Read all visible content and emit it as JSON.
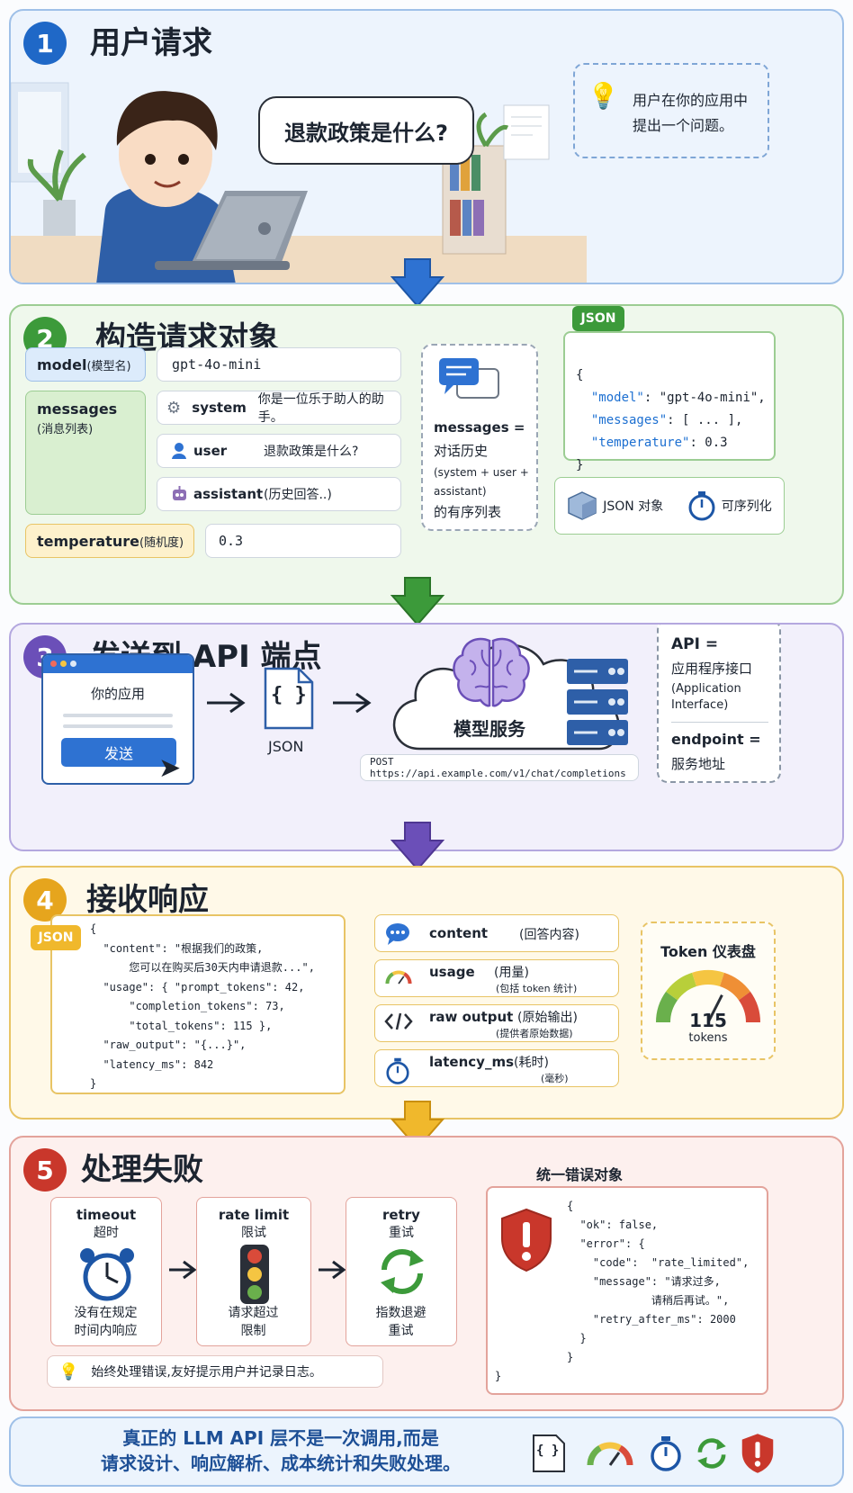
{
  "s1": {
    "num": "1",
    "title": "用户请求",
    "speech": "退款政策是什么?",
    "tip": [
      "用户在你的应用中",
      "提出一个问题。"
    ]
  },
  "s2": {
    "num": "2",
    "title": "构造请求对象",
    "model_label": "model",
    "model_sub": "(模型名)",
    "model_value": "gpt-4o-mini",
    "messages_label": "messages",
    "messages_sub": "(消息列表)",
    "messages": [
      {
        "role": "system",
        "content": "你是一位乐于助人的助手。"
      },
      {
        "role": "user",
        "content": "退款政策是什么?"
      },
      {
        "role": "assistant",
        "content": "(历史回答..)"
      }
    ],
    "temperature_label": "temperature",
    "temperature_sub": "(随机度)",
    "temperature_value": "0.3",
    "note": [
      "messages =",
      "对话历史",
      "(system + user +",
      "assistant)",
      "的有序列表"
    ],
    "json_tag": "JSON",
    "json_code": {
      "open": "{",
      "model_key": "\"model\"",
      "model_val": ": \"gpt-4o-mini\",",
      "messages_key": "\"messages\"",
      "messages_val": ": [ ... ],",
      "temperature_key": "\"temperature\"",
      "temperature_val": ": 0.3",
      "close": "}"
    },
    "badges": [
      "JSON 对象",
      "可序列化"
    ]
  },
  "s3": {
    "num": "3",
    "title": "发送到 API 端点",
    "app_label": "你的应用",
    "send_button": "发送",
    "json_label": "JSON",
    "brace": "{ }",
    "service_label": "模型服务",
    "endpoint_url": "POST  https://api.example.com/v1/chat/completions",
    "note": {
      "api_title": "API =",
      "api_desc": "应用程序接口",
      "api_en1": "(Application",
      "api_en2": "Interface)",
      "endpoint_title": "endpoint =",
      "endpoint_desc": "服务地址"
    }
  },
  "s4": {
    "num": "4",
    "title": "接收响应",
    "json_tag": "JSON",
    "code_lines": [
      "{",
      "  \"content\": \"根据我们的政策,",
      "      您可以在购买后30天内申请退款...\",",
      "  \"usage\": { \"prompt_tokens\": 42,",
      "      \"completion_tokens\": 73,",
      "      \"total_tokens\": 115 },",
      "  \"raw_output\": \"{...}\",",
      "  \"latency_ms\": 842",
      "}"
    ],
    "fields": [
      {
        "name": "content",
        "desc": "(回答内容)",
        "sub": ""
      },
      {
        "name": "usage",
        "desc": "(用量)",
        "sub": "(包括 token 统计)"
      },
      {
        "name": "raw output",
        "desc": "(原始输出)",
        "sub": "(提供者原始数据)"
      },
      {
        "name": "latency_ms",
        "desc": "(耗时)",
        "sub": "(毫秒)"
      }
    ],
    "dashboard_title": "Token 仪表盘",
    "dashboard_value": "115",
    "dashboard_unit": "tokens",
    "gauge_colors": [
      "#6ab04c",
      "#b8cf3a",
      "#f5c542",
      "#ef8f35",
      "#d94b3a"
    ]
  },
  "s5": {
    "num": "5",
    "title": "处理失败",
    "cards": [
      {
        "title": "timeout",
        "sub": "超时",
        "desc": [
          "没有在规定",
          "时间内响应"
        ]
      },
      {
        "title": "rate limit",
        "sub": "限试",
        "desc": [
          "请求超过",
          "限制"
        ]
      },
      {
        "title": "retry",
        "sub": "重试",
        "desc": [
          "指数退避",
          "重试"
        ]
      }
    ],
    "tip": "始终处理错误,友好提示用户并记录日志。",
    "error_title": "统一错误对象",
    "error_code": [
      "{",
      "  \"ok\": false,",
      "  \"error\": {",
      "    \"code\":  \"rate_limited\",",
      "    \"message\": \"请求过多,",
      "             请稍后再试。\",",
      "    \"retry_after_ms\": 2000",
      "  }",
      "}"
    ],
    "error_outer_close": "}"
  },
  "footer": {
    "line1": "真正的 LLM API 层不是一次调用,而是",
    "line2": "请求设计、响应解析、成本统计和失败处理。",
    "brace": "{ }"
  }
}
